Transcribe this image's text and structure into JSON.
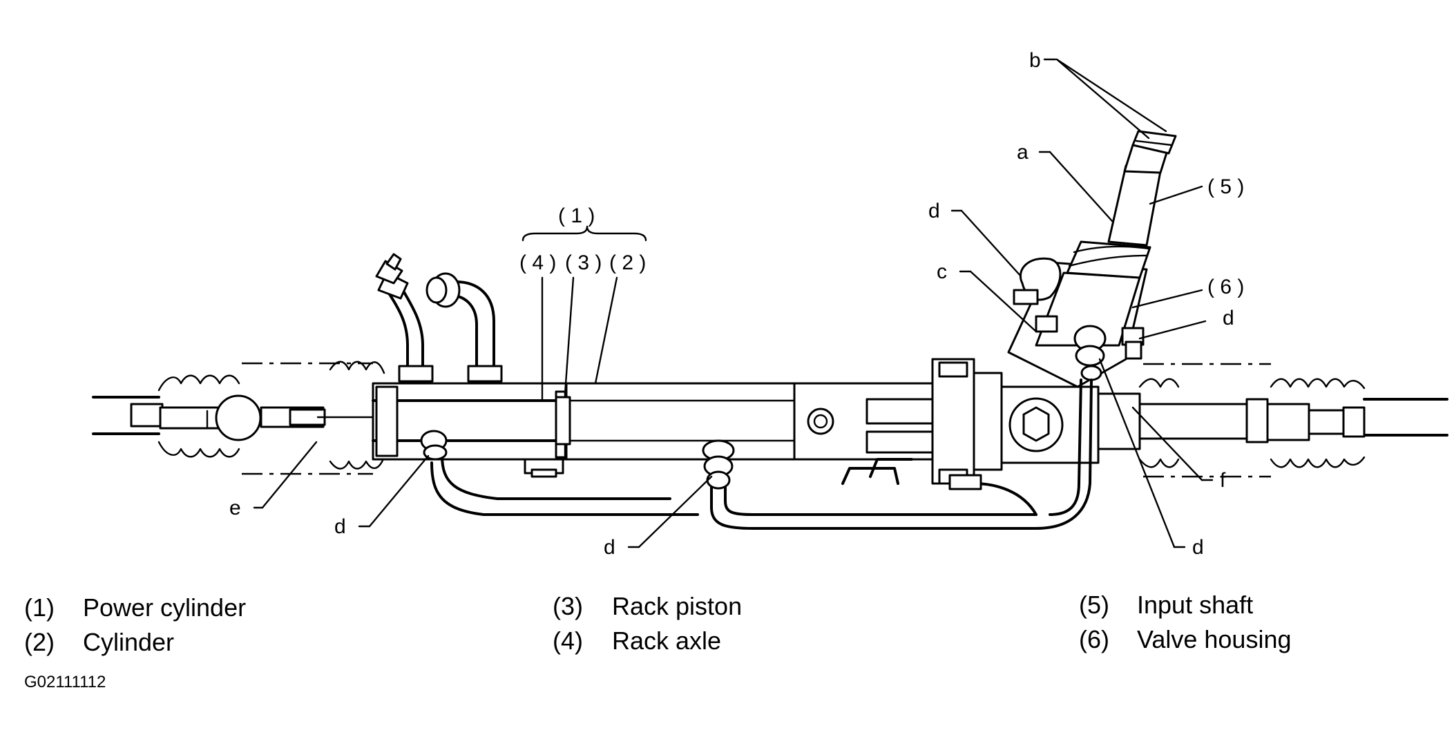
{
  "callouts": {
    "group_1": "( 1 )",
    "sub_4": "( 4 )",
    "sub_3": "( 3 )",
    "sub_2": "( 2 )",
    "label_5": "( 5 )",
    "label_6": "( 6 )",
    "a": "a",
    "b": "b",
    "c": "c",
    "d": "d",
    "e": "e",
    "f": "f"
  },
  "legend": [
    {
      "num": "(1)",
      "text": "Power cylinder"
    },
    {
      "num": "(2)",
      "text": "Cylinder"
    },
    {
      "num": "(3)",
      "text": "Rack piston"
    },
    {
      "num": "(4)",
      "text": "Rack axle"
    },
    {
      "num": "(5)",
      "text": "Input shaft"
    },
    {
      "num": "(6)",
      "text": "Valve housing"
    }
  ],
  "figure_code": "G02111112"
}
